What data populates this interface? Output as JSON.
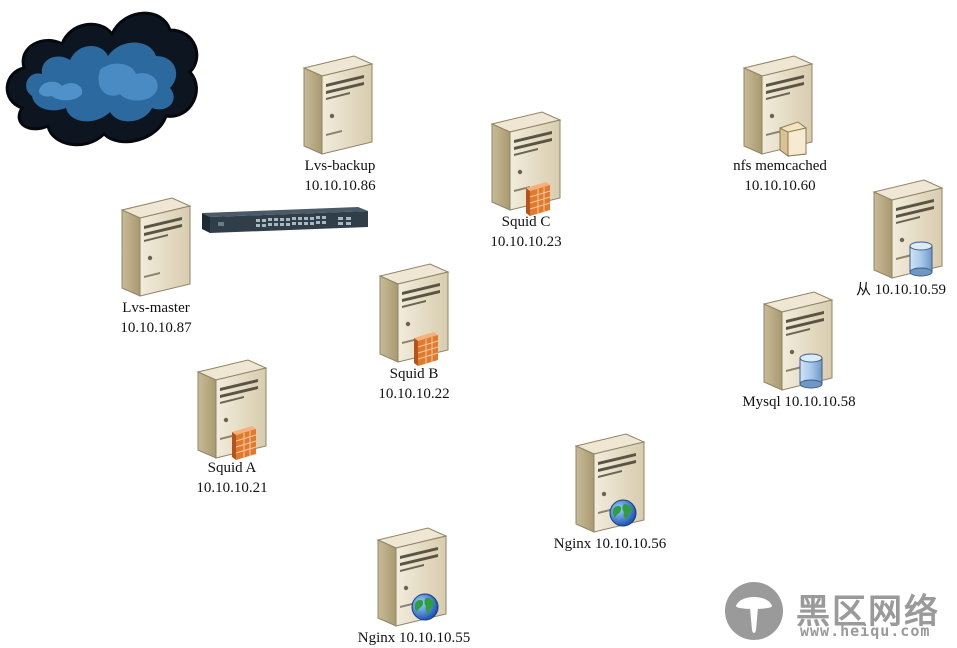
{
  "nodes": {
    "lvs_backup": {
      "name": "Lvs-backup",
      "ip": "10.10.10.86"
    },
    "lvs_master": {
      "name": "Lvs-master",
      "ip": "10.10.10.87"
    },
    "squid_c": {
      "name": "Squid C",
      "ip": "10.10.10.23"
    },
    "squid_b": {
      "name": "Squid B",
      "ip": "10.10.10.22"
    },
    "squid_a": {
      "name": "Squid A",
      "ip": "10.10.10.21"
    },
    "nfs": {
      "label": "nfs  memcached",
      "ip": "10.10.10.60"
    },
    "mysql_slave": {
      "label": "从 10.10.10.59"
    },
    "mysql": {
      "label": "Mysql  10.10.10.58"
    },
    "nginx_56": {
      "label": "Nginx 10.10.10.56"
    },
    "nginx_55": {
      "label": "Nginx 10.10.10.55"
    }
  },
  "icons": {
    "cloud": "cloud-icon",
    "switch": "network-switch-icon",
    "server": "server-tower-icon",
    "firewall": "firewall-icon",
    "database": "database-icon",
    "folder": "folder-icon",
    "globe": "globe-icon"
  },
  "colors": {
    "server_body": "#e6dcc4",
    "cloud": "#2e6ea6",
    "firewall": "#e07a2e",
    "globe": "#2a6fd6"
  },
  "watermark": {
    "text": "黑区网络",
    "url": "www.heiqu.com"
  }
}
